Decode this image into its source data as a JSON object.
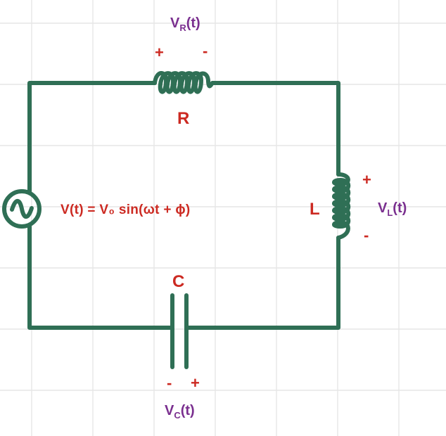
{
  "source": {
    "equation": "V(t) = V₀ sin(ωt + ϕ)",
    "symbol": "~"
  },
  "resistor": {
    "label": "R",
    "voltage": {
      "main": "V",
      "sub": "R",
      "tail": "(t)"
    },
    "plus": "+",
    "minus": "-"
  },
  "inductor": {
    "label": "L",
    "voltage": {
      "main": "V",
      "sub": "L",
      "tail": "(t)"
    },
    "plus": "+",
    "minus": "-"
  },
  "capacitor": {
    "label": "C",
    "voltage": {
      "main": "V",
      "sub": "C",
      "tail": "(t)"
    },
    "plus": "+",
    "minus": "-"
  },
  "colors": {
    "wire": "#2f6f55",
    "label": "#cc2a22",
    "voltage": "#7a2f8f",
    "grid": "#e6e6e6"
  }
}
